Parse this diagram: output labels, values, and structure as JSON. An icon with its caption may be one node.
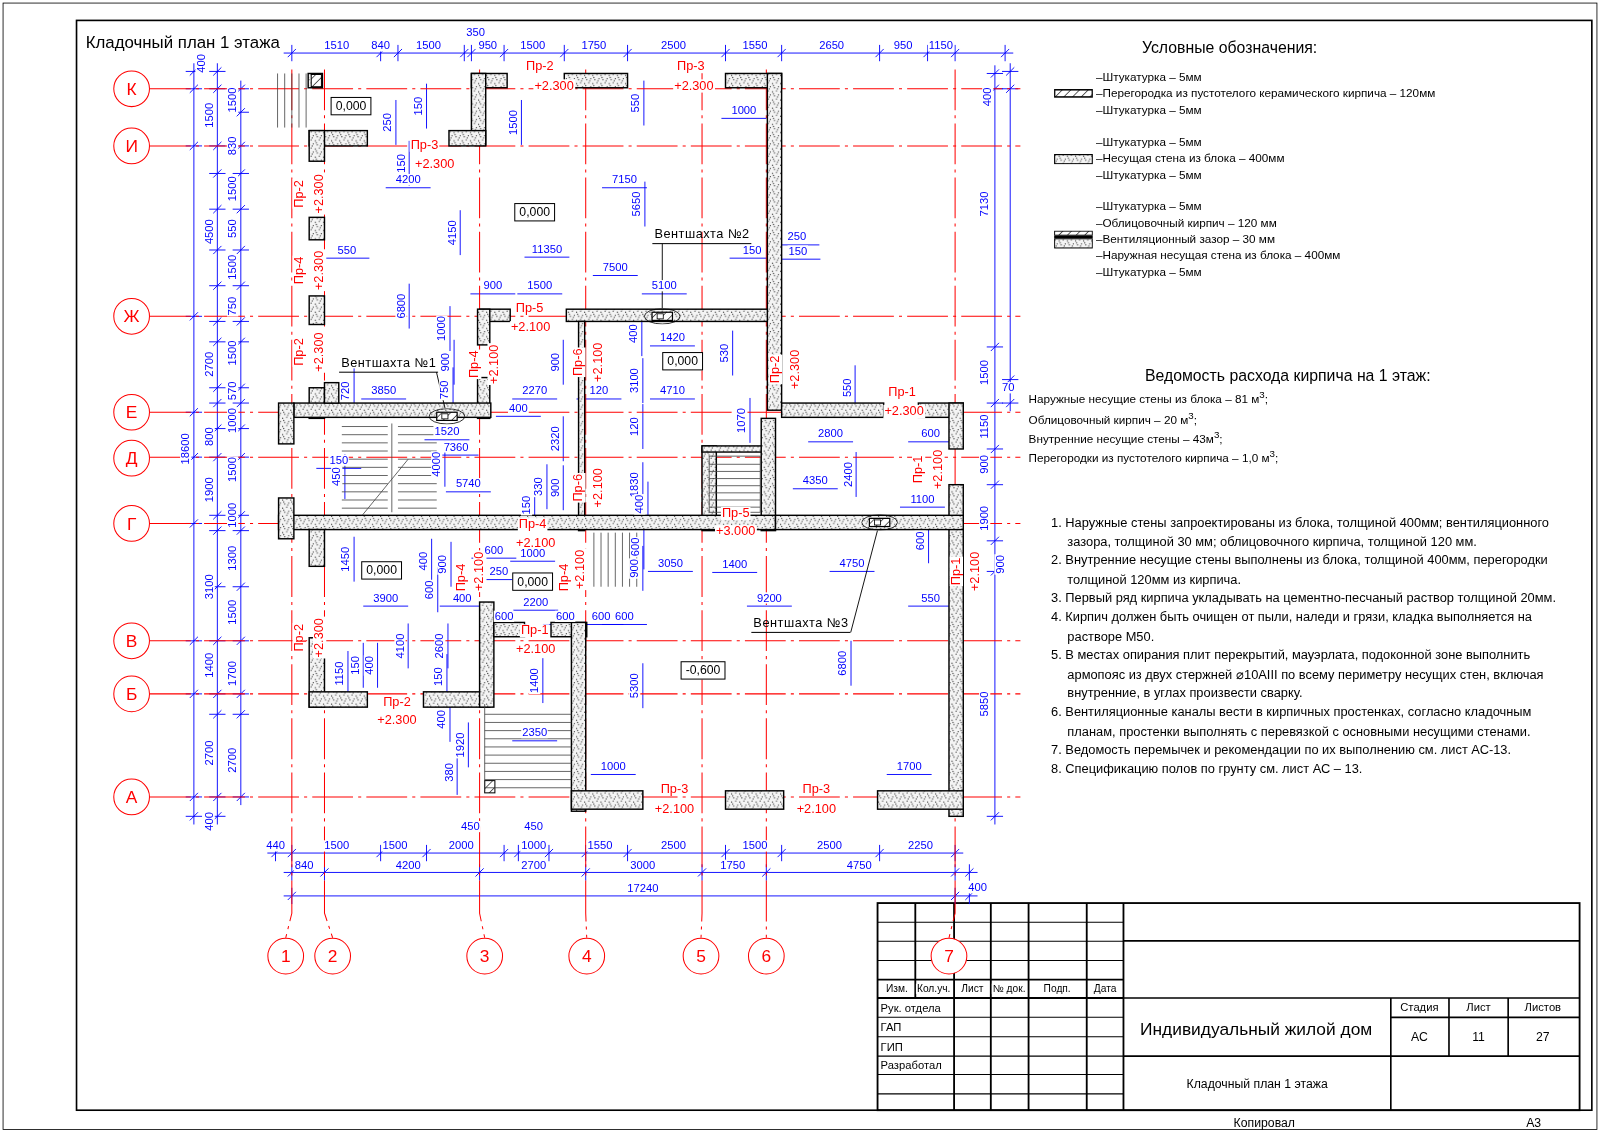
{
  "diagram": {
    "title": "Кладочный план 1 этажа",
    "nodes": [
      {
        "text": [
          "К"
        ]
      },
      {
        "text": [
          "И"
        ]
      },
      {
        "text": [
          "Ж"
        ]
      },
      {
        "text": [
          "Е"
        ]
      },
      {
        "text": [
          "Д"
        ]
      },
      {
        "text": [
          "Г"
        ]
      },
      {
        "text": [
          "В"
        ]
      },
      {
        "text": [
          "Б"
        ]
      },
      {
        "text": [
          "А"
        ]
      },
      {
        "text": [
          "1"
        ]
      },
      {
        "text": [
          "2"
        ]
      },
      {
        "text": [
          "3"
        ]
      },
      {
        "text": [
          "4"
        ]
      },
      {
        "text": [
          "5"
        ]
      },
      {
        "text": [
          "6"
        ]
      },
      {
        "text": [
          "7"
        ]
      },
      {
        "text": [
          "0,000"
        ]
      },
      {
        "text": [
          "0,000"
        ]
      },
      {
        "text": [
          "0,000"
        ]
      },
      {
        "text": [
          "0,000"
        ]
      },
      {
        "text": [
          "0,000"
        ]
      },
      {
        "text": [
          "-0,600"
        ]
      },
      {
        "text": [
          "Вентшахта №2"
        ]
      },
      {
        "text": [
          "Вентшахта №1"
        ]
      },
      {
        "text": [
          "Вентшахта №3"
        ]
      },
      {
        "text": [],
        "shape": "box"
      },
      {
        "text": [],
        "shape": "box"
      },
      {
        "text": [],
        "shape": "box"
      }
    ],
    "edges": [
      {
        "from": 22,
        "to": 25,
        "arrow": "none"
      },
      {
        "from": 23,
        "to": 26,
        "arrow": "none"
      },
      {
        "from": 24,
        "to": 27,
        "arrow": "none"
      }
    ],
    "labels": [
      "1510",
      "840",
      "1500",
      "350",
      "950",
      "1500",
      "1750",
      "2500",
      "1550",
      "2650",
      "950",
      "1150",
      "400",
      "1500",
      "4500",
      "2700",
      "18600",
      "800",
      "1900",
      "3100",
      "1400",
      "2700",
      "400",
      "1500",
      "830",
      "1500",
      "550",
      "1500",
      "750",
      "1500",
      "570",
      "1000",
      "1500",
      "1000",
      "1300",
      "1500",
      "1700",
      "2700",
      "400",
      "7130",
      "1500",
      "70",
      "1150",
      "900",
      "1900",
      "900",
      "5850",
      "450",
      "450",
      "440",
      "1500",
      "1500",
      "2000",
      "1000",
      "1550",
      "2500",
      "1500",
      "2500",
      "2250",
      "840",
      "4200",
      "2700",
      "3000",
      "1750",
      "4750",
      "17240",
      "400",
      "Пр-2",
      "+2.300",
      "Пр-3",
      "+2.300",
      "Пр-3",
      "+2.300",
      "Пр-2",
      "+2.300",
      "Пр-4",
      "+2.300",
      "Пр-5",
      "+2.100",
      "Пр-2",
      "+2.300",
      "Пр-4",
      "+2.100",
      "Пр-6",
      "+2.100",
      "Пр-2",
      "+2.300",
      "Пр-1",
      "+2.300",
      "Пр-1",
      "+2.100",
      "Пр-6",
      "+2.100",
      "Пр-5",
      "+3.000",
      "Пр-4",
      "+2.100",
      "Пр-4",
      "+2.100",
      "Пр-4",
      "+2.100",
      "Пр-1",
      "+2.100",
      "Пр-1",
      "+2.100",
      "Пр-2",
      "+2.300",
      "Пр-2",
      "+2.300",
      "Пр-3",
      "+2.100",
      "Пр-3",
      "+2.100",
      "250",
      "150",
      "1500",
      "550",
      "1000",
      "150",
      "4200",
      "7150",
      "5650",
      "4150",
      "550",
      "11350",
      "250",
      "150",
      "150",
      "7500",
      "6800",
      "900",
      "1500",
      "5100",
      "1000",
      "400",
      "1420",
      "530",
      "900",
      "900",
      "3100",
      "3850",
      "2270",
      "120",
      "4710",
      "720",
      "750",
      "400",
      "550",
      "1070",
      "1520",
      "7360",
      "2320",
      "120",
      "2800",
      "600",
      "4000",
      "150",
      "450",
      "5740",
      "1830",
      "2400",
      "4350",
      "1100",
      "150",
      "330",
      "900",
      "400",
      "600",
      "1000",
      "1450",
      "400",
      "900",
      "600",
      "600",
      "250",
      "900",
      "3050",
      "1400",
      "4750",
      "600",
      "3900",
      "400",
      "2200",
      "9200",
      "550",
      "4100",
      "2600",
      "600",
      "600",
      "600",
      "600",
      "1150",
      "150",
      "400",
      "150",
      "1400",
      "5300",
      "6800",
      "400",
      "2350",
      "1920",
      "380",
      "1000",
      "1700",
      "Условные обозначения:",
      "Ведомость расхода кирпича на 1 этаж:",
      "Наружные несущие стены из блока – 81 м$^{3}$;",
      "Облицовочный кирпич – 20 м$^{3}$;",
      "Внутренние несущие стены – 43м$^{3}$;",
      "Перегородки из пустотелого кирпича – 1,0 м$^{3}$;",
      "1. Наружные стены запроектированы из блока, толщиной 400мм; вентиляционного зазора, толщиной 30 мм; облицовочного кирпича, толщиной 120 мм.",
      "2. Внутренние несущие стены выполнены из блока, толщиной 400мм, перегородки толщиной 120мм из кирпича.",
      "3. Первый ряд кирпича укладывать на цементно-песчаный раствор толщиной 20мм.",
      "4. Кирпич должен быть очищен от пыли, наледи и грязи, кладка выполняется на растворе М50.",
      "5. В местах опирания плит перекрытий, мауэрлата, подоконной зоне выполнить армопояс из двух стержней ⌀10АIII по всему периметру несущих стен, включая внутренние, в углах произвести сварку.",
      "6. Вентиляционные каналы вести в кирпичных простенках, согласно кладочным планам, простенки выполнять с перевязкой с основными несущими стенами.",
      "7. Ведомость перемычек и рекомендации по их выполнению см. лист АС-13.",
      "8. Спецификацию полов по грунту см. лист АС – 13.",
      "Изм.",
      "Кол.уч.",
      "Лист",
      "№ док.",
      "Подп.",
      "Дата",
      "Рук. отдела",
      "ГАП",
      "ГИП",
      "Разработал",
      "Индивидуальный жилой дом",
      "Стадия",
      "Лист",
      "Листов",
      "АС",
      "11",
      "27",
      "Кладочный план 1 этажа",
      "Копировал",
      "А3"
    ],
    "legend": [
      {
        "text": "–Штукатурка – 5мм"
      },
      {
        "text": "–Перегородка из пустотелого керамического кирпича – 120мм"
      },
      {
        "text": "–Штукатурка – 5мм"
      },
      {
        "text": "–Штукатурка – 5мм"
      },
      {
        "text": "–Несущая стена из блока – 400мм"
      },
      {
        "text": "–Штукатурка – 5мм"
      },
      {
        "text": "–Штукатурка – 5мм"
      },
      {
        "text": "–Облицовочный кирпич – 120 мм"
      },
      {
        "text": "–Вентиляционный зазор – 30 мм"
      },
      {
        "text": "–Наружная несущая стена из блока – 400мм"
      },
      {
        "text": "–Штукатурка – 5мм"
      }
    ]
  }
}
